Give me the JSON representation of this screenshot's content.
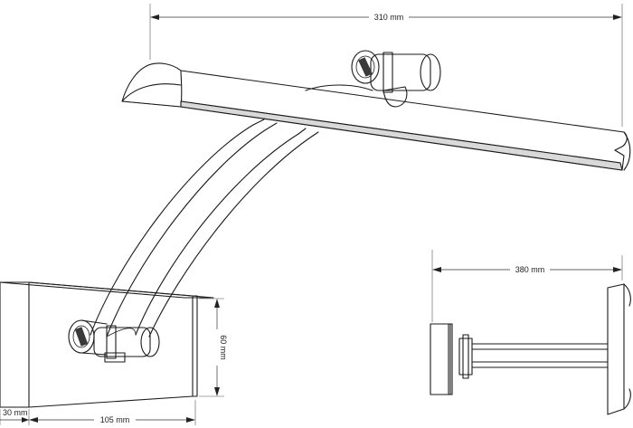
{
  "dimensions": {
    "lamp_width": "310 mm",
    "total_projection": "380 mm",
    "plate_height": "60 mm",
    "plate_depth": "30 mm",
    "plate_width": "105 mm"
  }
}
